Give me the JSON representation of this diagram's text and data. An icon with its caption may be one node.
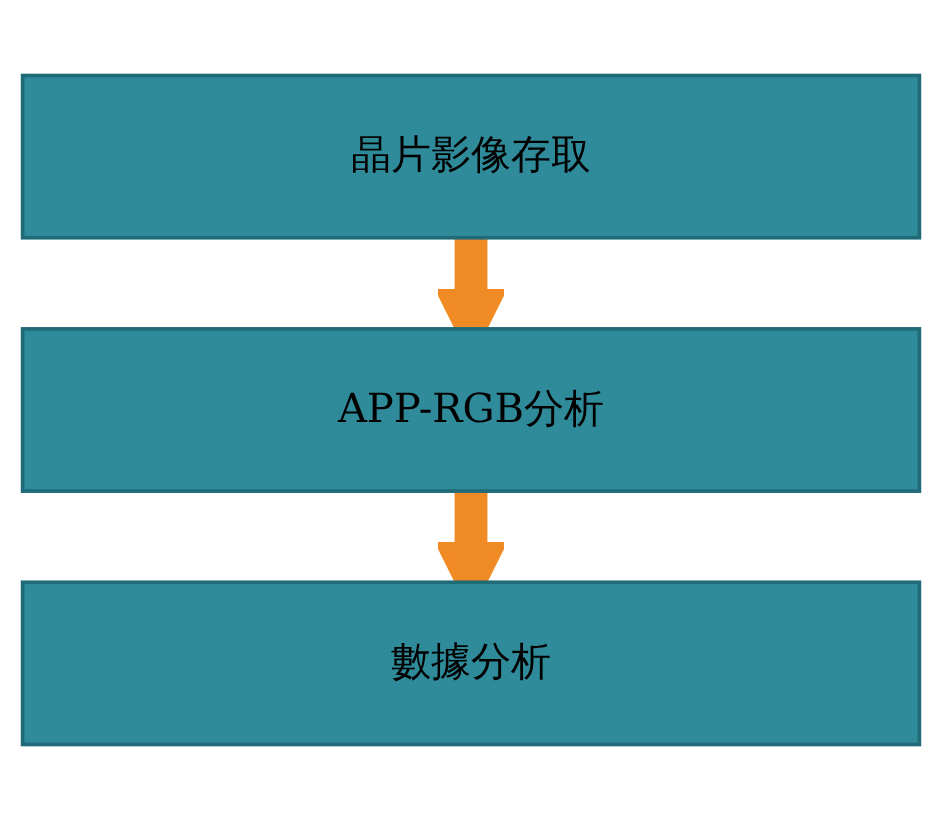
{
  "diagram": {
    "nodes": [
      {
        "text": [
          "晶片影像存取"
        ]
      },
      {
        "text": [
          "APP-RGB分析"
        ]
      },
      {
        "text": [
          "數據分析"
        ]
      }
    ],
    "edges": [
      {
        "from": 0,
        "to": 1,
        "arrow": "to"
      },
      {
        "from": 1,
        "to": 2,
        "arrow": "to"
      }
    ]
  }
}
